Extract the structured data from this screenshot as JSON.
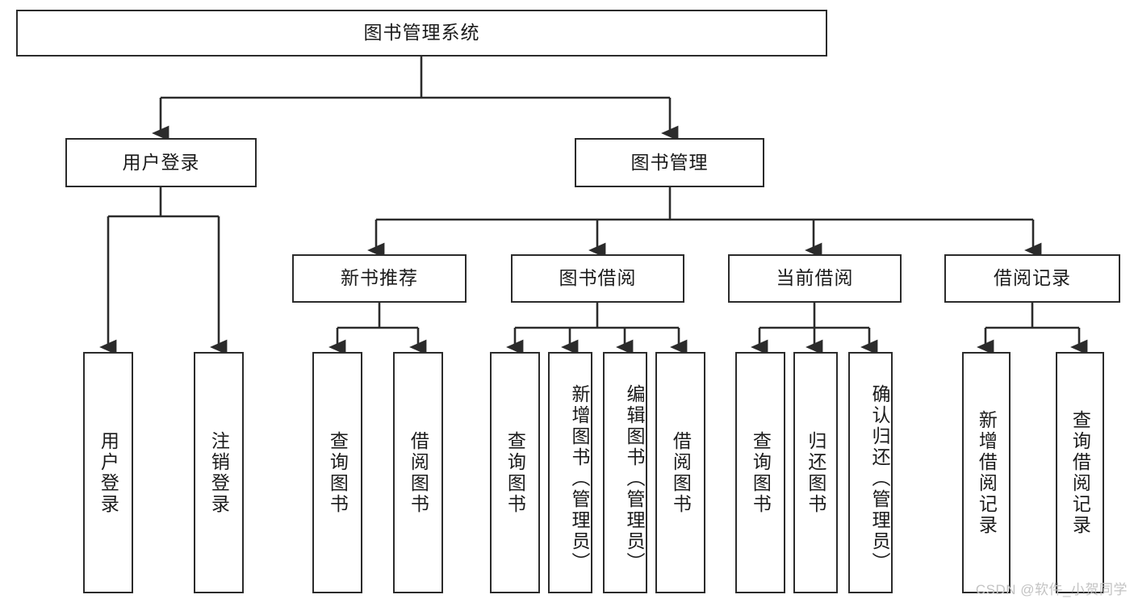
{
  "diagram": {
    "title": "图书管理系统",
    "type": "hierarchy-tree",
    "watermark": "CSDN @软件_小贺同学",
    "colors": {
      "stroke": "#2b2b2b",
      "fill": "#ffffff",
      "text": "#1b1b1b",
      "watermark": "#c3c3c3"
    },
    "levels": {
      "root": {
        "label": "图书管理系统"
      },
      "level2": [
        {
          "id": "user-login",
          "label": "用户登录"
        },
        {
          "id": "book-management",
          "label": "图书管理"
        }
      ],
      "level3": [
        {
          "id": "new-book-recommend",
          "label": "新书推荐",
          "parent": "book-management"
        },
        {
          "id": "book-borrow",
          "label": "图书借阅",
          "parent": "book-management"
        },
        {
          "id": "current-borrow",
          "label": "当前借阅",
          "parent": "book-management"
        },
        {
          "id": "borrow-record",
          "label": "借阅记录",
          "parent": "book-management"
        }
      ],
      "leaves": [
        {
          "id": "leaf-user-login",
          "label": "用户登录",
          "parent": "user-login"
        },
        {
          "id": "leaf-logout-login",
          "label": "注销登录",
          "parent": "user-login"
        },
        {
          "id": "leaf-query-book-1",
          "label": "查询图书",
          "parent": "new-book-recommend"
        },
        {
          "id": "leaf-borrow-book-1",
          "label": "借阅图书",
          "parent": "new-book-recommend"
        },
        {
          "id": "leaf-query-book-2",
          "label": "查询图书",
          "parent": "book-borrow"
        },
        {
          "id": "leaf-add-book",
          "label": "新增图书（管理员）",
          "parent": "book-borrow"
        },
        {
          "id": "leaf-edit-book",
          "label": "编辑图书（管理员）",
          "parent": "book-borrow"
        },
        {
          "id": "leaf-borrow-book-2",
          "label": "借阅图书",
          "parent": "book-borrow"
        },
        {
          "id": "leaf-query-book-3",
          "label": "查询图书",
          "parent": "current-borrow"
        },
        {
          "id": "leaf-return-book",
          "label": "归还图书",
          "parent": "current-borrow"
        },
        {
          "id": "leaf-confirm-return",
          "label": "确认归还（管理员）",
          "parent": "current-borrow"
        },
        {
          "id": "leaf-add-record",
          "label": "新增借阅记录",
          "parent": "borrow-record"
        },
        {
          "id": "leaf-query-record",
          "label": "查询借阅记录",
          "parent": "borrow-record"
        }
      ]
    }
  }
}
